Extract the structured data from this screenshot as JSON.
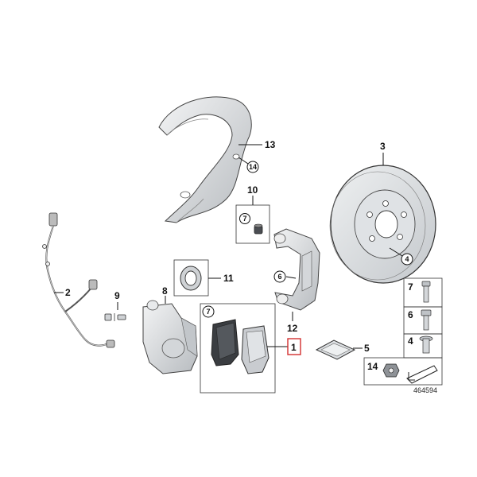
{
  "diagram": {
    "doc_number": "464594",
    "colors": {
      "line": "#111111",
      "metal_light": "#e6e8ea",
      "metal_mid": "#c9ccd0",
      "metal_dark": "#9ea3a8",
      "pad_dark": "#3a3d41",
      "highlight_box": "#d32f2f"
    },
    "callouts": [
      {
        "id": "1",
        "label": "1",
        "highlighted": true
      },
      {
        "id": "2",
        "label": "2"
      },
      {
        "id": "3",
        "label": "3"
      },
      {
        "id": "4",
        "label": "4",
        "circled": true
      },
      {
        "id": "5",
        "label": "5"
      },
      {
        "id": "6",
        "label": "6",
        "circled": true
      },
      {
        "id": "7",
        "label": "7",
        "circled": true
      },
      {
        "id": "8",
        "label": "8"
      },
      {
        "id": "9",
        "label": "9"
      },
      {
        "id": "10",
        "label": "10"
      },
      {
        "id": "11",
        "label": "11"
      },
      {
        "id": "12",
        "label": "12"
      },
      {
        "id": "13",
        "label": "13"
      },
      {
        "id": "14",
        "label": "14",
        "circled": true
      }
    ],
    "fastener_table": [
      {
        "label": "7"
      },
      {
        "label": "6"
      },
      {
        "label": "4"
      },
      {
        "label": "14"
      }
    ],
    "box_labels": {
      "pads_box": "7",
      "guide_box": "7"
    }
  }
}
